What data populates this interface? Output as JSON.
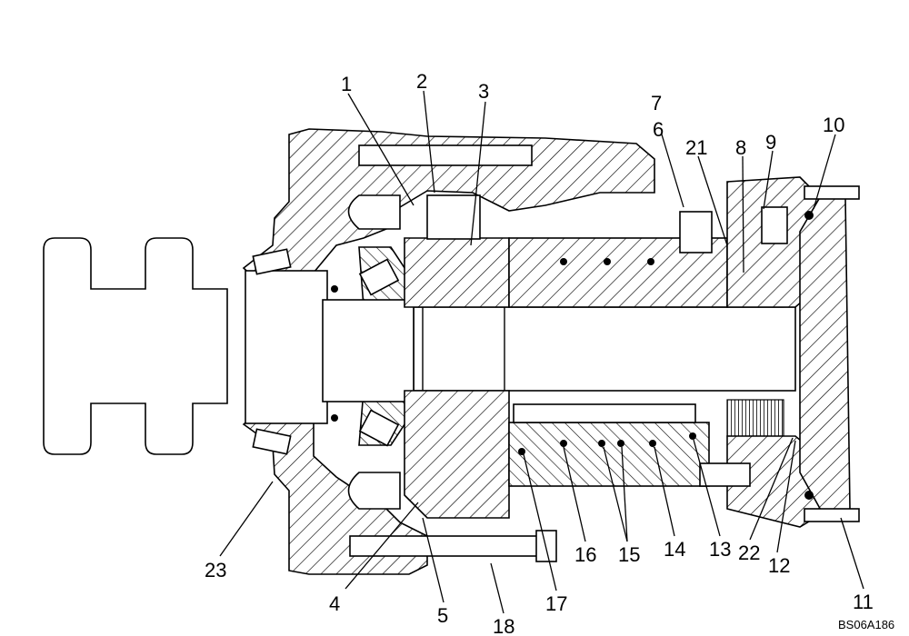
{
  "figure_code": "BS06A186",
  "callouts": [
    "1",
    "2",
    "3",
    "4",
    "5",
    "6",
    "7",
    "8",
    "9",
    "10",
    "11",
    "12",
    "13",
    "14",
    "15",
    "16",
    "17",
    "18",
    "21",
    "22",
    "23"
  ]
}
